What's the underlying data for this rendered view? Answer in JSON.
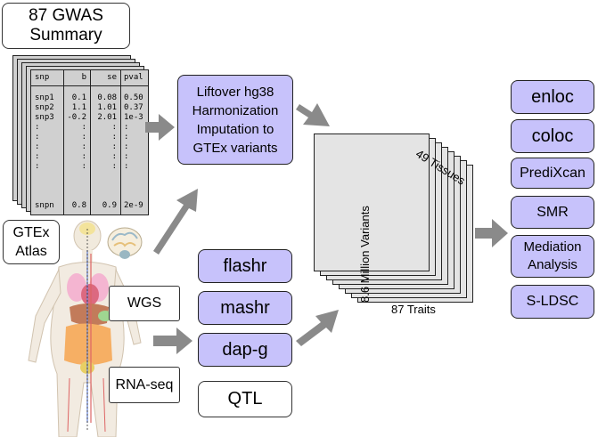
{
  "gwas_box": "87 GWAS\nSummary",
  "table": {
    "headers": [
      "snp",
      "b",
      "se",
      "pval"
    ],
    "rows": [
      [
        "snp1",
        "0.1",
        "0.08",
        "0.50"
      ],
      [
        "snp2",
        "1.1",
        "1.01",
        "0.37"
      ],
      [
        "snp3",
        "-0.2",
        "2.01",
        "1e-3"
      ]
    ],
    "ellipsis": ":",
    "last_row": [
      "snpn",
      "0.8",
      "0.9",
      "2e-9"
    ]
  },
  "liftover_box": "Liftover hg38\nHarmonization\nImputation to\nGTEx variants",
  "gtex_box": "GTEx\nAtlas",
  "wgs_box": "WGS",
  "rnaseq_box": "RNA-seq",
  "methods": {
    "flashr": "flashr",
    "mashr": "mashr",
    "dapg": "dap-g"
  },
  "qtl_box": "QTL",
  "stack": {
    "tissues": "49 Tissues",
    "variants": "8.6 Million Variants",
    "traits": "87 Traits"
  },
  "outputs": [
    "enloc",
    "coloc",
    "PrediXcan",
    "SMR",
    "Mediation\nAnalysis",
    "S-LDSC"
  ],
  "colors": {
    "purple": "#c7c2fb",
    "arrow": "#8a8a8a",
    "sheet": "#d0d0d0"
  }
}
